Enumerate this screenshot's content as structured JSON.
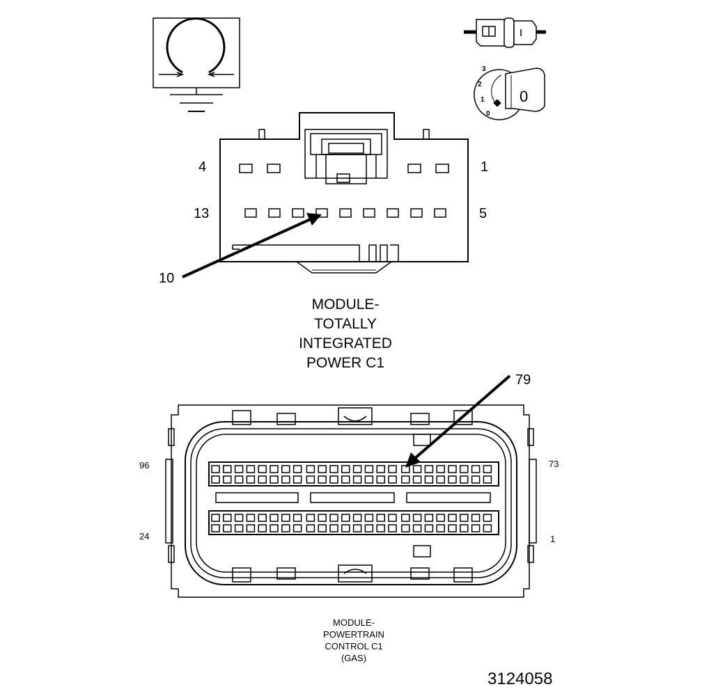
{
  "tipm_connector": {
    "caption_lines": [
      "MODULE-",
      "TOTALLY",
      "INTEGRATED",
      "POWER C1"
    ],
    "pin_labels": {
      "top_left": "4",
      "top_right": "1",
      "bottom_left": "13",
      "bottom_right": "5"
    },
    "callout_pin": "10"
  },
  "pcm_connector": {
    "caption_lines": [
      "MODULE-",
      "POWERTRAIN",
      "CONTROL C1",
      "(GAS)"
    ],
    "pin_labels": {
      "top_left": "96",
      "top_right": "73",
      "bottom_left": "24",
      "bottom_right": "1"
    },
    "callout_pin": "79"
  },
  "ignition_switch": {
    "positions": [
      "3",
      "2",
      "1",
      "0"
    ],
    "key_label": "0"
  },
  "figure_number": "3124058",
  "icons": [
    "ground-symbol-icon",
    "wire-connector-icon",
    "ignition-switch-icon"
  ]
}
